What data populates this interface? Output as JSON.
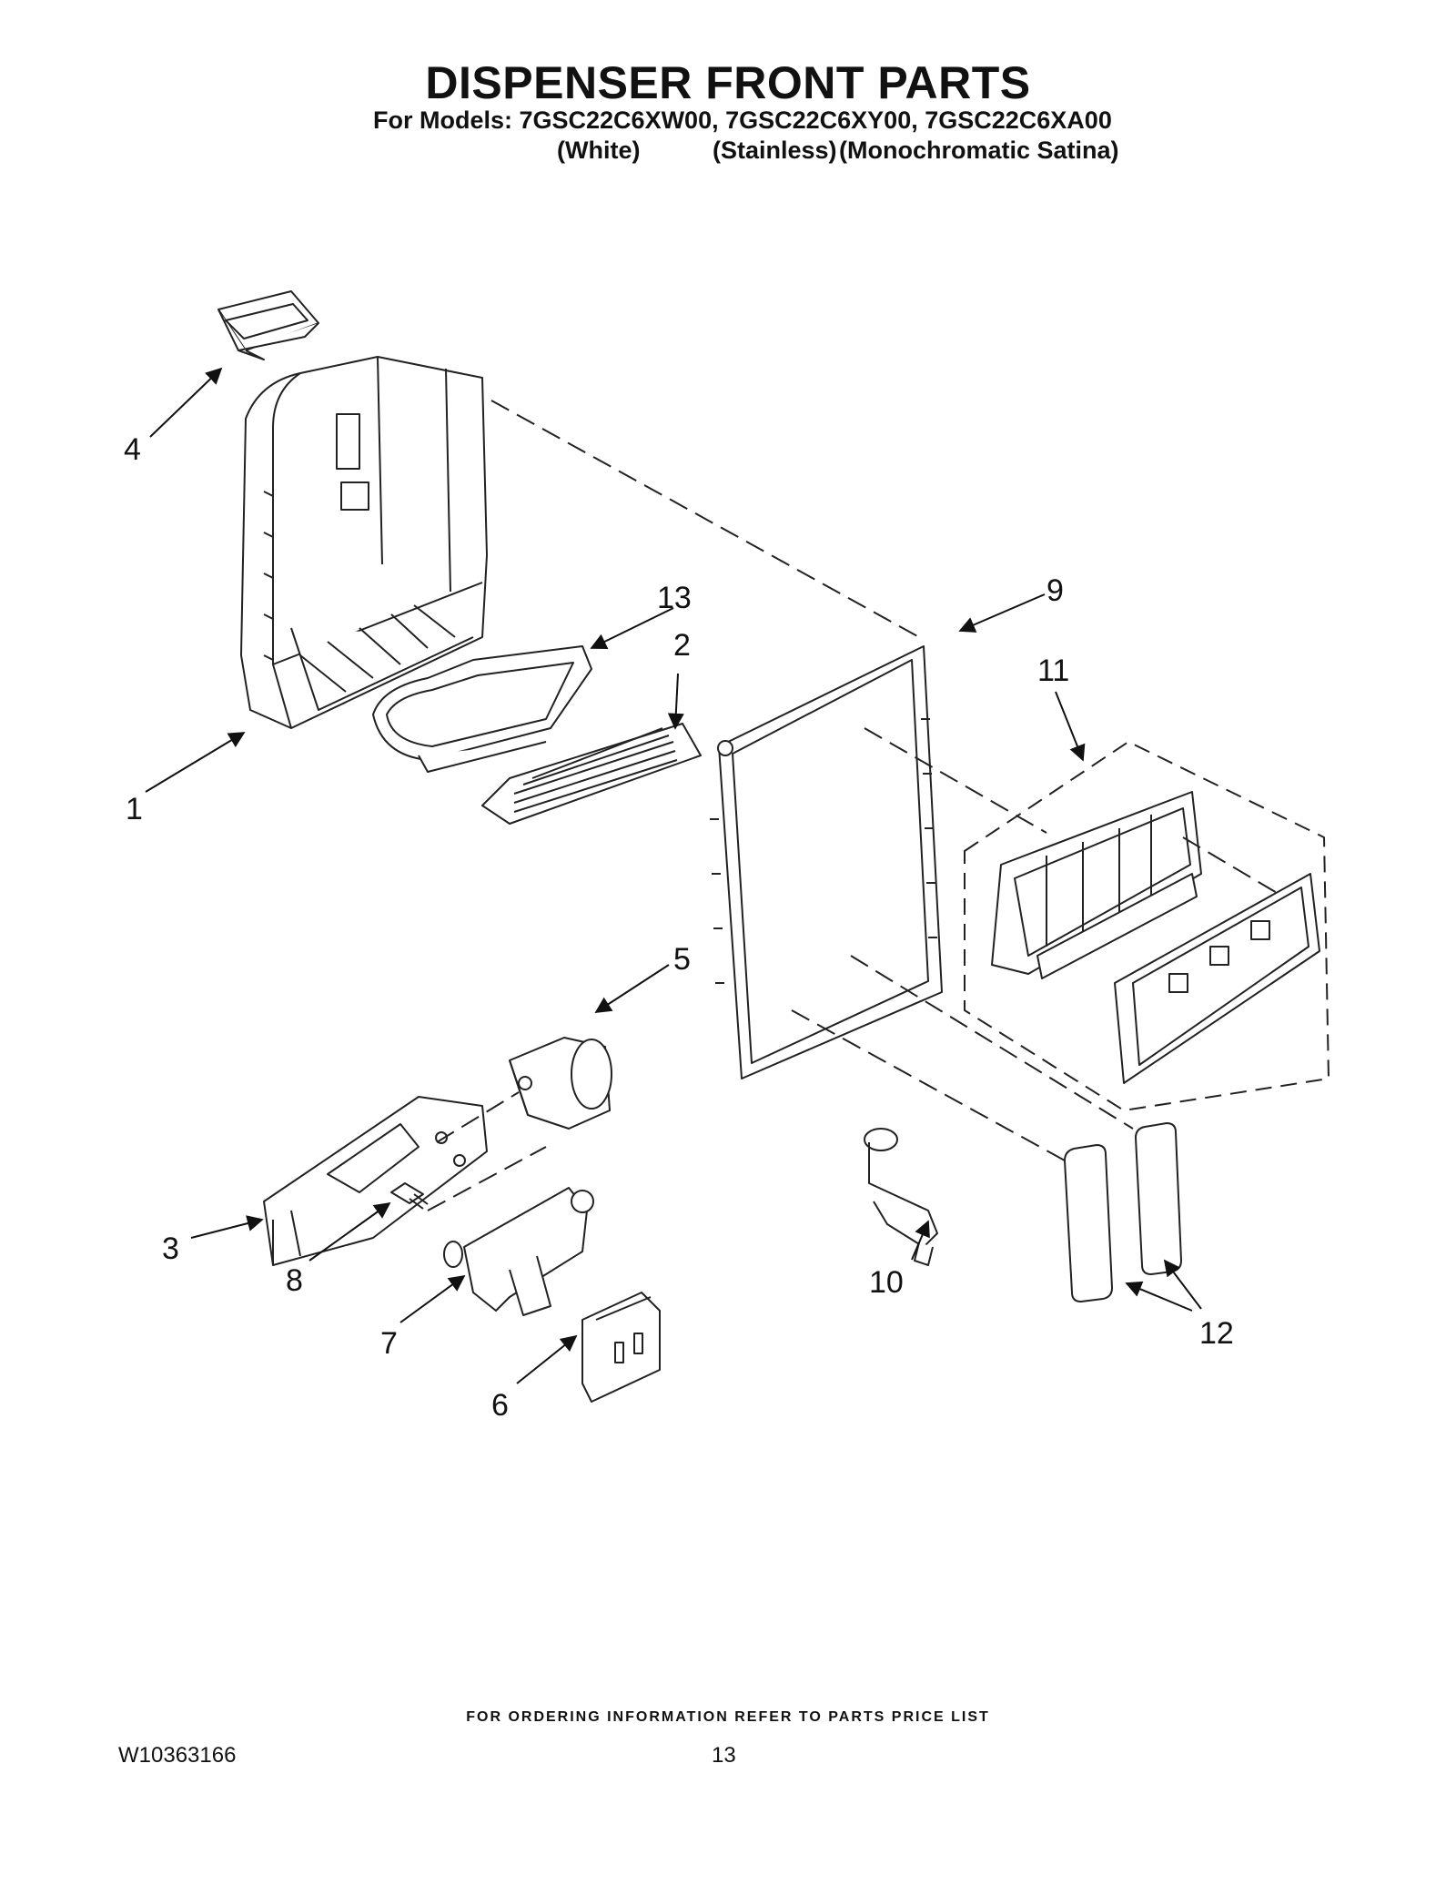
{
  "header": {
    "title": "DISPENSER FRONT PARTS",
    "models_line": "For Models: 7GSC22C6XW00, 7GSC22C6XY00, 7GSC22C6XA00",
    "finishes": [
      "(White)",
      "(Stainless)",
      "(Monochromatic Satina)"
    ]
  },
  "callouts": [
    "1",
    "2",
    "3",
    "4",
    "5",
    "6",
    "7",
    "8",
    "9",
    "10",
    "11",
    "12",
    "13"
  ],
  "footer": {
    "ordering_note": "FOR ORDERING INFORMATION REFER TO PARTS PRICE LIST",
    "document_number": "W10363166",
    "page_number": "13"
  }
}
